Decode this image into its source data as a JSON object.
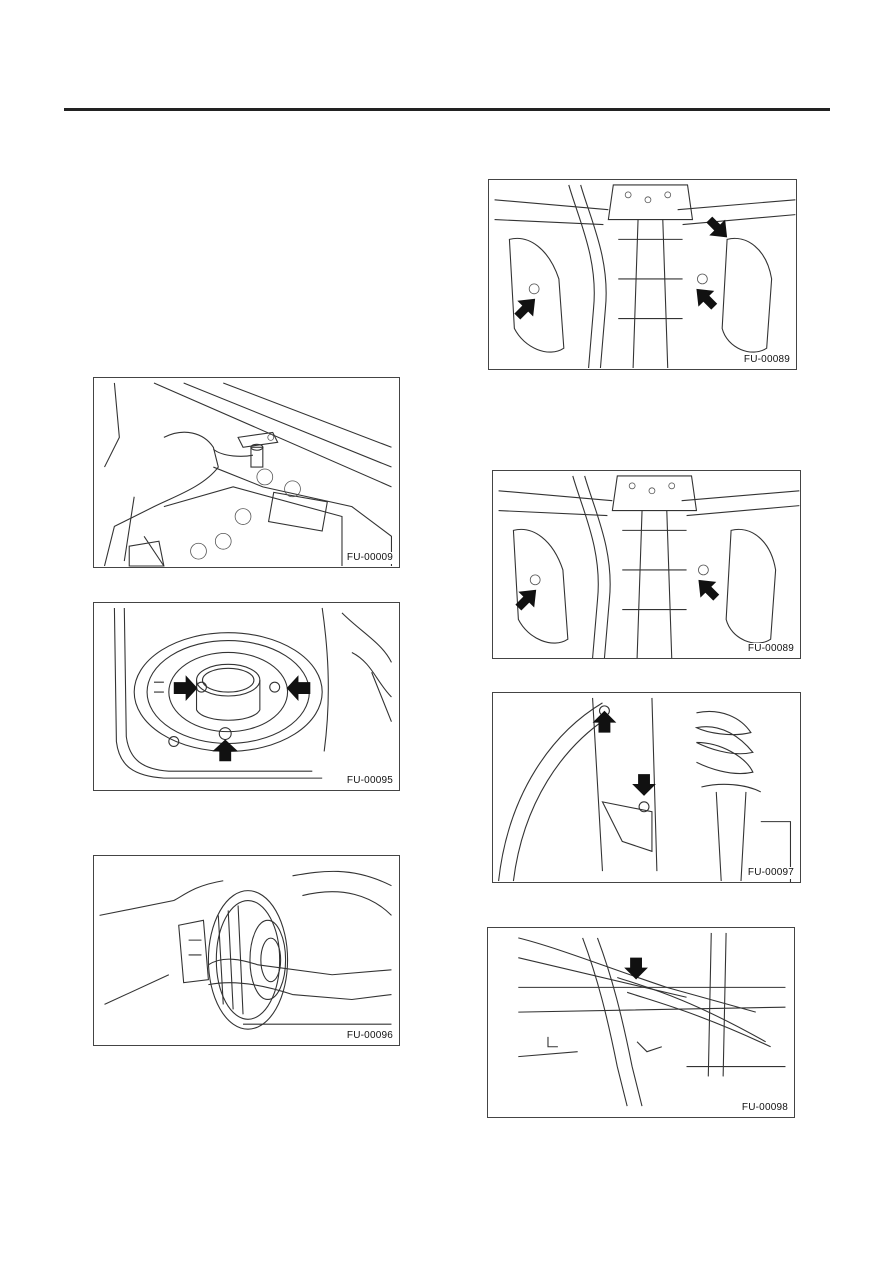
{
  "figures": [
    {
      "id": "fu-00009",
      "label": "FU-00009"
    },
    {
      "id": "fu-00095",
      "label": "FU-00095"
    },
    {
      "id": "fu-00096",
      "label": "FU-00096"
    },
    {
      "id": "fu-00089-a",
      "label": "FU-00089"
    },
    {
      "id": "fu-00089-b",
      "label": "FU-00089"
    },
    {
      "id": "fu-00097",
      "label": "FU-00097"
    },
    {
      "id": "fu-00098",
      "label": "FU-00098"
    }
  ]
}
